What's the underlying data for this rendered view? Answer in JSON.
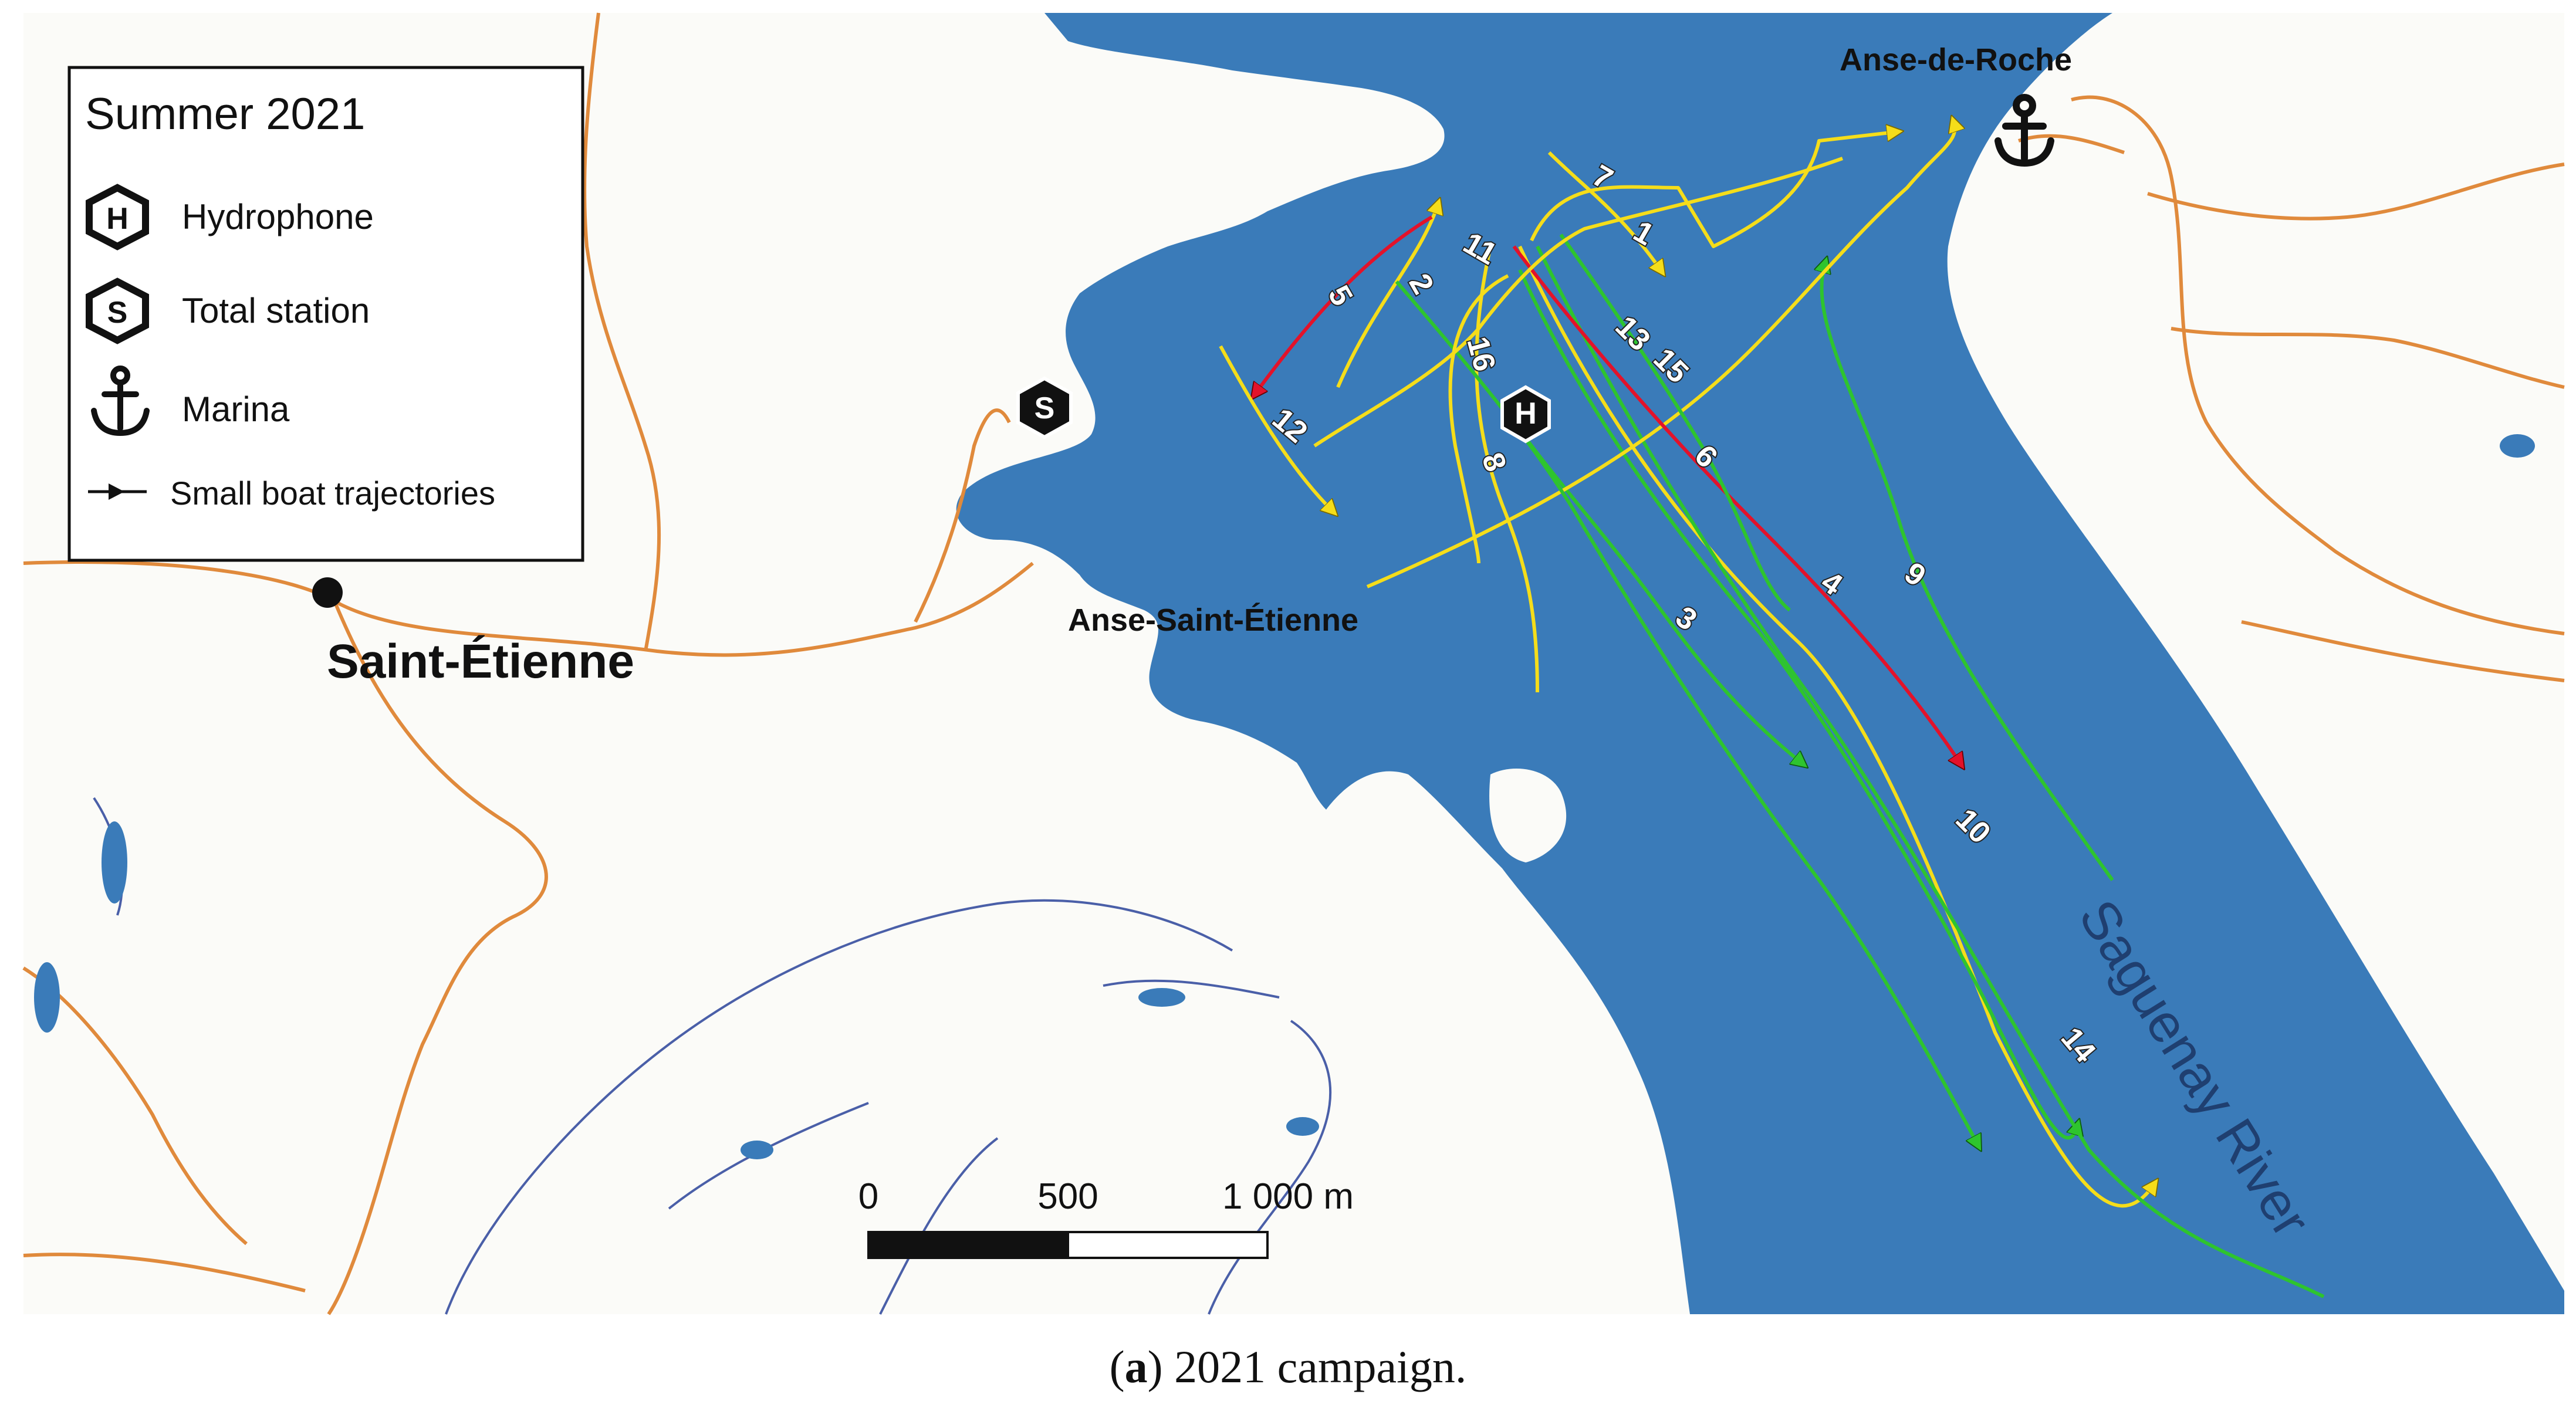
{
  "legend": {
    "title": "Summer 2021",
    "items": [
      {
        "label": "Hydrophone",
        "symbol": "H",
        "icon": "hexagon-h-icon"
      },
      {
        "label": "Total station",
        "symbol": "S",
        "icon": "hexagon-s-icon"
      },
      {
        "label": "Marina",
        "icon": "anchor-icon"
      },
      {
        "label": "Small boat trajectories",
        "icon": "arrow-line-icon"
      }
    ]
  },
  "places": {
    "town": "Saint-Étienne",
    "cove": "Anse-Saint-Étienne",
    "marina": "Anse-de-Roche",
    "river": "Saguenay River"
  },
  "markers": {
    "hydrophone": "H",
    "station": "S"
  },
  "scale_bar": {
    "labels": [
      "0",
      "500",
      "1 000 m"
    ]
  },
  "trajectories": [
    {
      "id": "1",
      "color": "#f5dd1a"
    },
    {
      "id": "2",
      "color": "#f5dd1a"
    },
    {
      "id": "3",
      "color": "#2ec42e"
    },
    {
      "id": "4",
      "color": "#f5dd1a"
    },
    {
      "id": "5",
      "color": "#e3122a"
    },
    {
      "id": "6",
      "color": "#2ec42e"
    },
    {
      "id": "7",
      "color": "#f5dd1a"
    },
    {
      "id": "8",
      "color": "#f5dd1a"
    },
    {
      "id": "9",
      "color": "#2ec42e"
    },
    {
      "id": "10",
      "color": "#2ec42e"
    },
    {
      "id": "11",
      "color": "#f5dd1a"
    },
    {
      "id": "12",
      "color": "#f5dd1a"
    },
    {
      "id": "13",
      "color": "#e3122a"
    },
    {
      "id": "14",
      "color": "#2ec42e"
    },
    {
      "id": "15",
      "color": "#2ec42e"
    },
    {
      "id": "16",
      "color": "#f5dd1a"
    }
  ],
  "colors": {
    "water": "#3a7bb9",
    "land": "#fbfbf8",
    "road": "#e08a3c",
    "stream": "#4a5fa8",
    "yellow_track": "#f5dd1a",
    "green_track": "#2ec42e",
    "red_track": "#e3122a"
  },
  "caption": {
    "letter": "a",
    "text": ") 2021 campaign."
  }
}
